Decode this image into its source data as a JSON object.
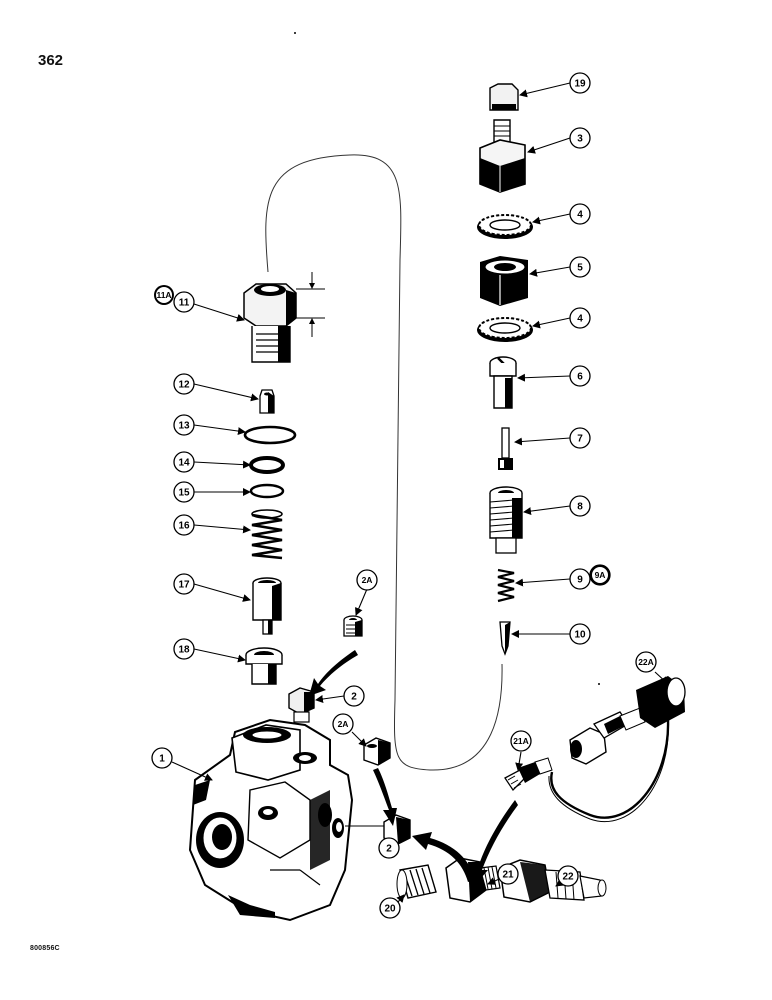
{
  "page": {
    "number": "362",
    "drawing_code": "800856C"
  },
  "callouts": [
    {
      "id": "19",
      "label": "19"
    },
    {
      "id": "3",
      "label": "3"
    },
    {
      "id": "4a",
      "label": "4"
    },
    {
      "id": "5",
      "label": "5"
    },
    {
      "id": "4b",
      "label": "4"
    },
    {
      "id": "6",
      "label": "6"
    },
    {
      "id": "7",
      "label": "7"
    },
    {
      "id": "8",
      "label": "8"
    },
    {
      "id": "9",
      "label": "9"
    },
    {
      "id": "9A",
      "label": "9A"
    },
    {
      "id": "10",
      "label": "10"
    },
    {
      "id": "11A",
      "label": "11A"
    },
    {
      "id": "11",
      "label": "11"
    },
    {
      "id": "12",
      "label": "12"
    },
    {
      "id": "13",
      "label": "13"
    },
    {
      "id": "14",
      "label": "14"
    },
    {
      "id": "15",
      "label": "15"
    },
    {
      "id": "16",
      "label": "16"
    },
    {
      "id": "17",
      "label": "17"
    },
    {
      "id": "18",
      "label": "18"
    },
    {
      "id": "2A-top",
      "label": "2A"
    },
    {
      "id": "2-top",
      "label": "2"
    },
    {
      "id": "1",
      "label": "1"
    },
    {
      "id": "2A-mid",
      "label": "2A"
    },
    {
      "id": "2-bottom",
      "label": "2"
    },
    {
      "id": "21A",
      "label": "21A"
    },
    {
      "id": "22A",
      "label": "22A"
    },
    {
      "id": "21",
      "label": "21"
    },
    {
      "id": "22",
      "label": "22"
    },
    {
      "id": "20",
      "label": "20"
    }
  ]
}
